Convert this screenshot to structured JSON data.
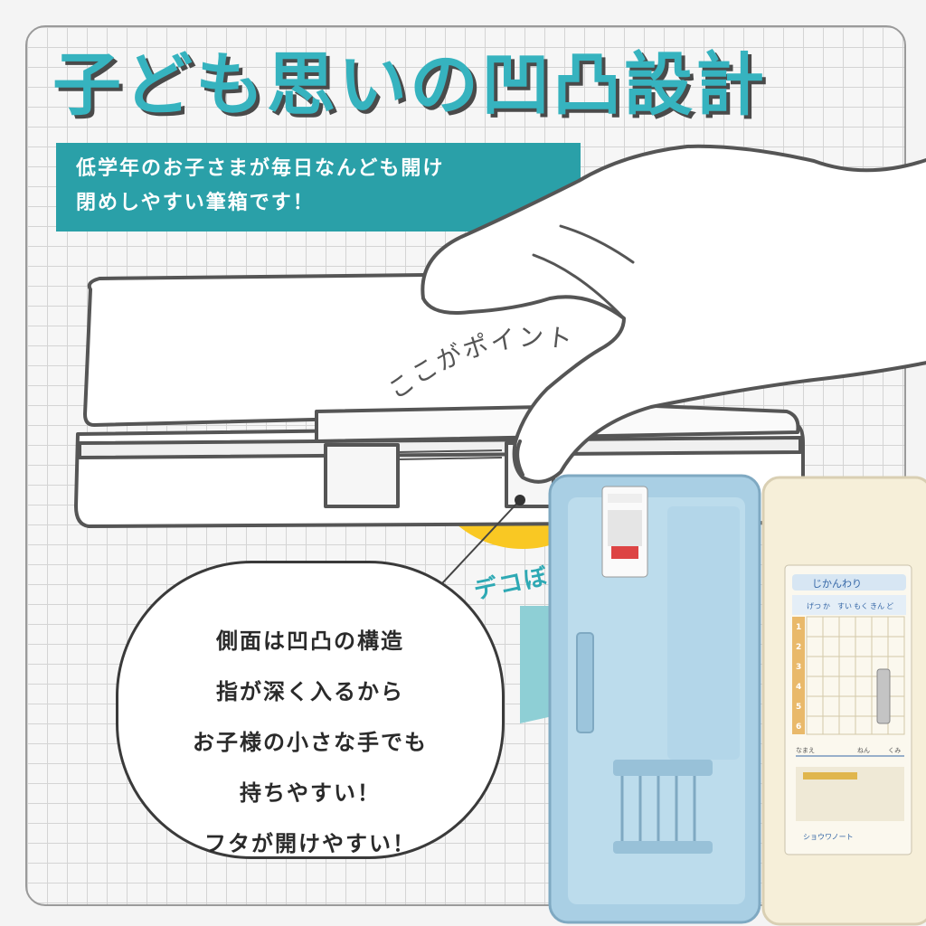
{
  "title": "子ども思いの凹凸設計",
  "subtitle_lines": [
    "低学年のお子さまが毎日なんども開け",
    "閉めしやすい筆箱です！"
  ],
  "point_label": "ここがポイント",
  "dekoboko_label": "デコぼこ",
  "bubble_lines": [
    "側面は凹凸の構造",
    "指が深く入るから",
    "お子様の小さな手でも",
    "持ちやすい！",
    "フタが開けやすい！"
  ],
  "timetable": {
    "heading": "じかんわり",
    "days": [
      "げつ",
      "か",
      "すい",
      "もく",
      "きん",
      "ど"
    ],
    "periods": [
      "1",
      "2",
      "3",
      "4",
      "5",
      "6"
    ],
    "name_label": "なまえ",
    "nen_label": "ねん",
    "kumi_label": "くみ",
    "brand": "ショウワノート"
  },
  "colors": {
    "accent": "#2aa0a8",
    "title": "#36b3bf",
    "yellow": "#f9c823",
    "case_blue": "#a9cfe4",
    "case_cream": "#f6efd9"
  },
  "icons": [
    "hand-illustration",
    "pencil-case-outline",
    "yellow-highlight-circle"
  ]
}
